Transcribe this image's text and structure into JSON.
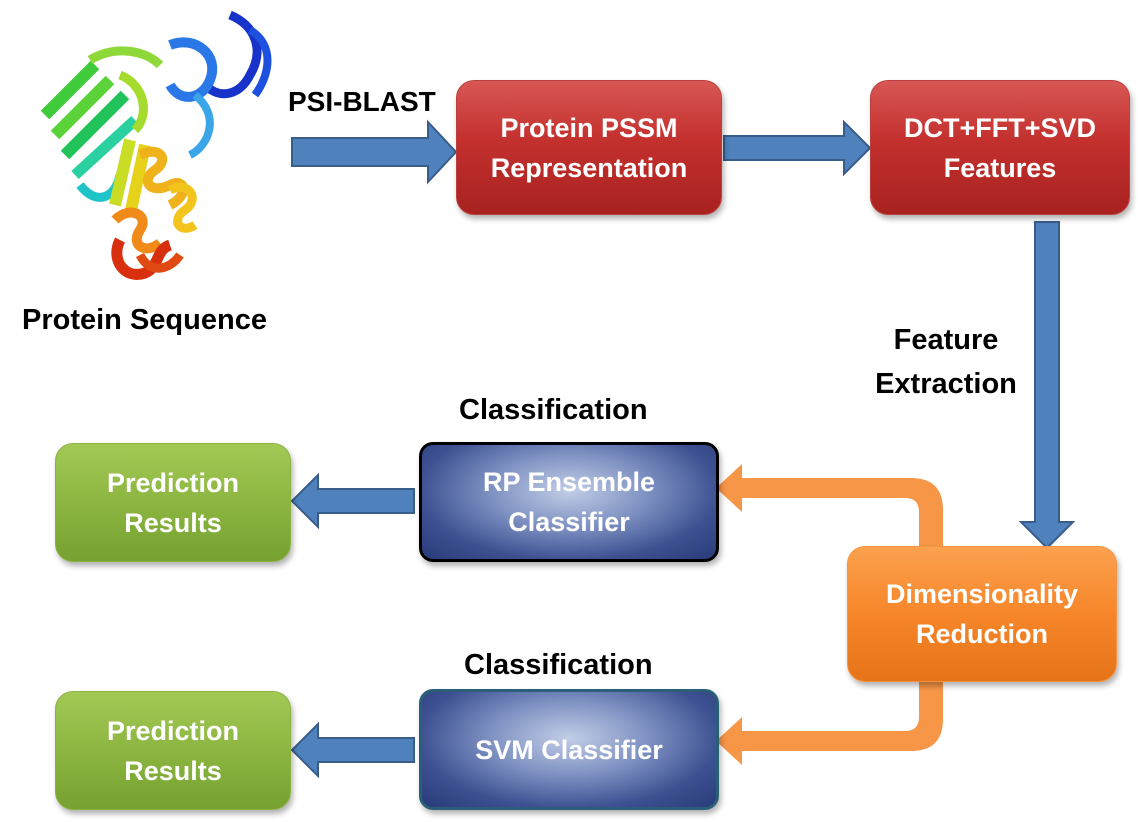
{
  "labels": {
    "psi_blast": "PSI-BLAST",
    "protein_sequence": "Protein Sequence",
    "feature_extraction_line1": "Feature",
    "feature_extraction_line2": "Extraction",
    "classification_top": "Classification",
    "classification_bottom": "Classification"
  },
  "boxes": {
    "pssm": {
      "line1": "Protein PSSM",
      "line2": "Representation"
    },
    "features": {
      "line1": "DCT+FFT+SVD",
      "line2": "Features"
    },
    "dimensionality": {
      "line1": "Dimensionality",
      "line2": "Reduction"
    },
    "rp_ensemble": {
      "line1": "RP Ensemble",
      "line2": "Classifier"
    },
    "svm": {
      "line1": "SVM Classifier"
    },
    "prediction_top": {
      "line1": "Prediction",
      "line2": "Results"
    },
    "prediction_bottom": {
      "line1": "Prediction",
      "line2": "Results"
    }
  },
  "colors": {
    "blue_arrow": "#4f81bd",
    "blue_arrow_outline": "#385d8a",
    "orange_arrow": "#f79646",
    "red_box": "#c0504d",
    "orange_box": "#f79646",
    "green_box": "#9bbb59",
    "navy_box": "#2e3f80"
  },
  "icons": [
    "protein-ribbon-structure-icon"
  ]
}
